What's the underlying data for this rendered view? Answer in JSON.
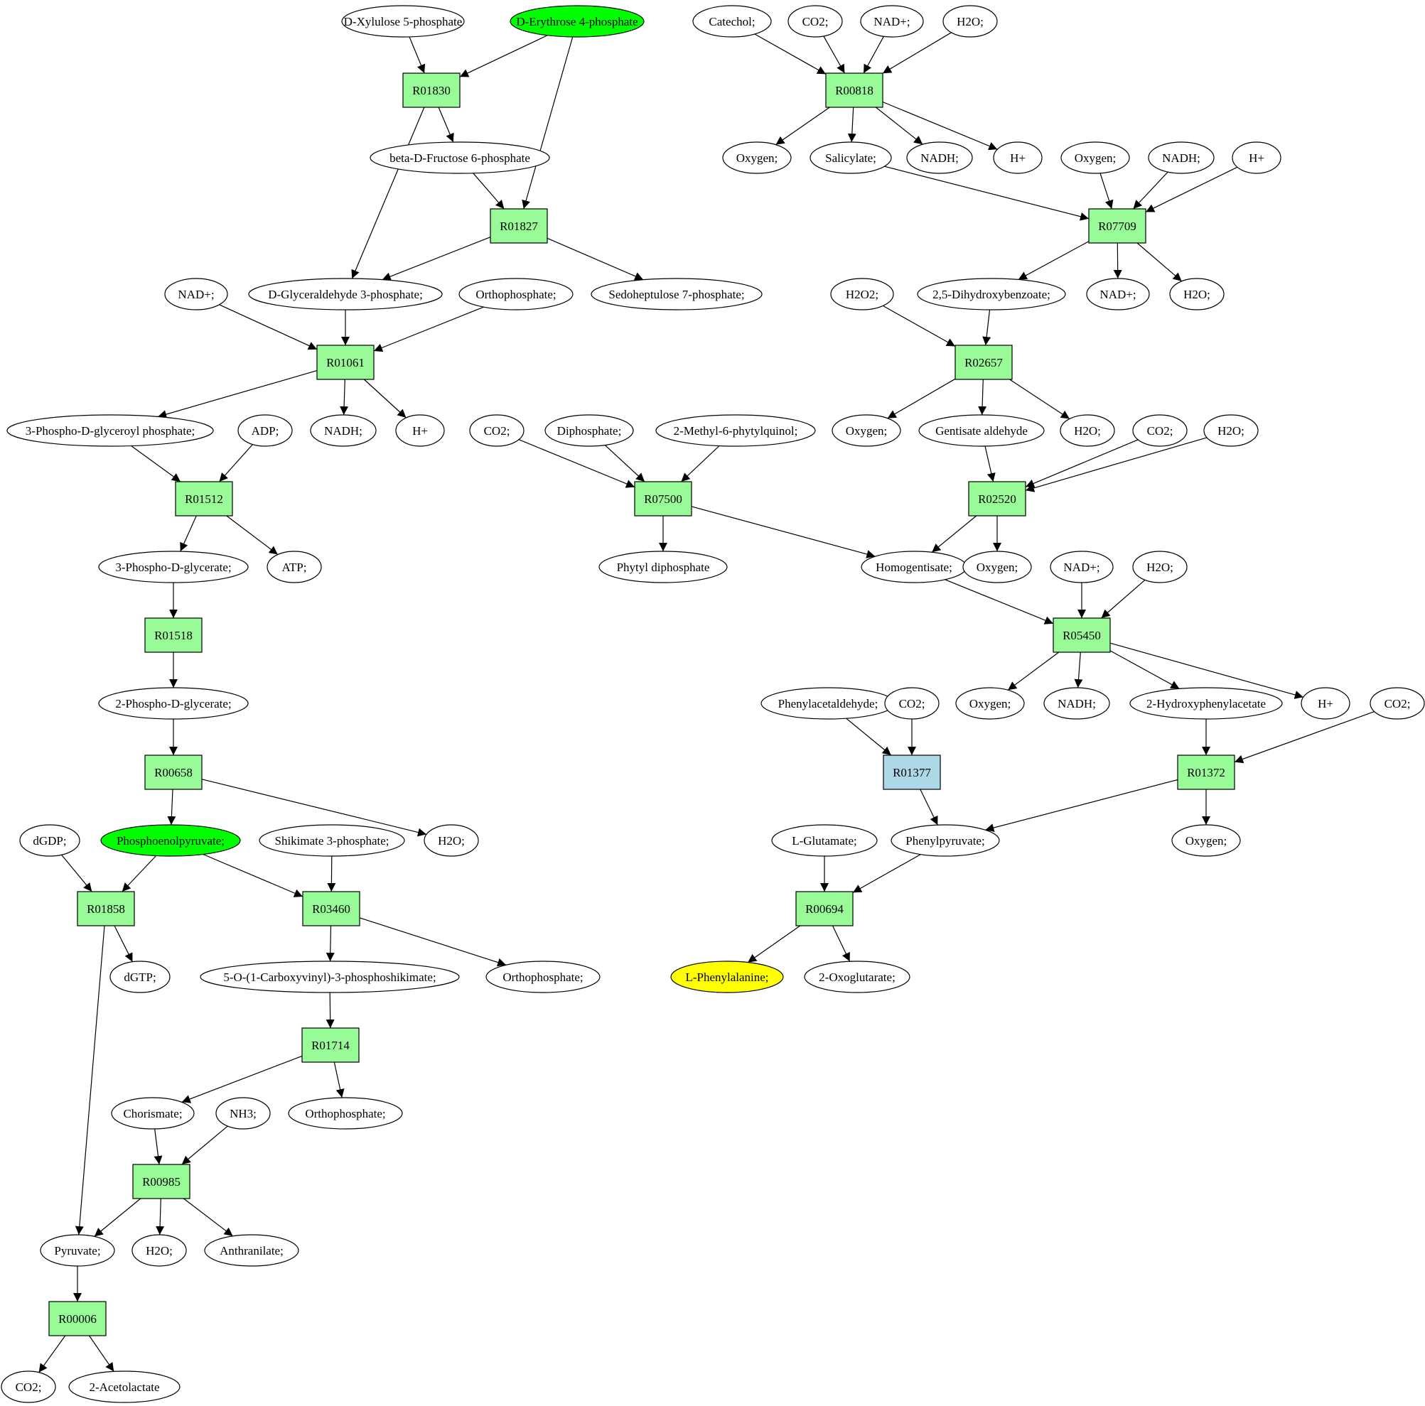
{
  "colors": {
    "reaction": "#98fb98",
    "reaction_alt": "#add8e6",
    "compound": "#ffffff",
    "highlight_start": "#00ff00",
    "highlight_target": "#ffff00",
    "stroke": "#000000"
  },
  "nodes": {
    "c_xyl5p": {
      "label": "D-Xylulose 5-phosphate",
      "kind": "compound"
    },
    "c_e4p": {
      "label": "D-Erythrose 4-phosphate",
      "kind": "compound",
      "highlight": "start"
    },
    "c_catechol": {
      "label": "Catechol;",
      "kind": "compound"
    },
    "c_co2_a": {
      "label": "CO2;",
      "kind": "compound"
    },
    "c_nadp_a": {
      "label": "NAD+;",
      "kind": "compound"
    },
    "c_h2o_a": {
      "label": "H2O;",
      "kind": "compound"
    },
    "r_01830": {
      "label": "R01830",
      "kind": "reaction"
    },
    "r_00818": {
      "label": "R00818",
      "kind": "reaction"
    },
    "c_bfru6p": {
      "label": "beta-D-Fructose 6-phosphate",
      "kind": "compound"
    },
    "c_oxy_a": {
      "label": "Oxygen;",
      "kind": "compound"
    },
    "c_salicylate": {
      "label": "Salicylate;",
      "kind": "compound"
    },
    "c_nadh_a": {
      "label": "NADH;",
      "kind": "compound"
    },
    "c_hp_a": {
      "label": "H+",
      "kind": "compound"
    },
    "c_oxy_b": {
      "label": "Oxygen;",
      "kind": "compound"
    },
    "c_nadh_b": {
      "label": "NADH;",
      "kind": "compound"
    },
    "c_hp_b": {
      "label": "H+",
      "kind": "compound"
    },
    "r_01827": {
      "label": "R01827",
      "kind": "reaction"
    },
    "r_07709": {
      "label": "R07709",
      "kind": "reaction"
    },
    "c_nadp_b": {
      "label": "NAD+;",
      "kind": "compound"
    },
    "c_g3p": {
      "label": "D-Glyceraldehyde 3-phosphate;",
      "kind": "compound"
    },
    "c_pi_a": {
      "label": "Orthophosphate;",
      "kind": "compound"
    },
    "c_s7p": {
      "label": "Sedoheptulose 7-phosphate;",
      "kind": "compound"
    },
    "c_h2o2": {
      "label": "H2O2;",
      "kind": "compound"
    },
    "c_dhb": {
      "label": "2,5-Dihydroxybenzoate;",
      "kind": "compound"
    },
    "c_nadp_c": {
      "label": "NAD+;",
      "kind": "compound"
    },
    "c_h2o_b": {
      "label": "H2O;",
      "kind": "compound"
    },
    "r_01061": {
      "label": "R01061",
      "kind": "reaction"
    },
    "r_02657": {
      "label": "R02657",
      "kind": "reaction"
    },
    "c_3pdgp": {
      "label": "3-Phospho-D-glyceroyl phosphate;",
      "kind": "compound"
    },
    "c_adp": {
      "label": "ADP;",
      "kind": "compound"
    },
    "c_nadh_c": {
      "label": "NADH;",
      "kind": "compound"
    },
    "c_hp_c": {
      "label": "H+",
      "kind": "compound"
    },
    "c_co2_b": {
      "label": "CO2;",
      "kind": "compound"
    },
    "c_ppi": {
      "label": "Diphosphate;",
      "kind": "compound"
    },
    "c_mpq": {
      "label": "2-Methyl-6-phytylquinol;",
      "kind": "compound"
    },
    "c_oxy_c": {
      "label": "Oxygen;",
      "kind": "compound"
    },
    "c_gentald": {
      "label": "Gentisate aldehyde",
      "kind": "compound"
    },
    "c_h2o_c": {
      "label": "H2O;",
      "kind": "compound"
    },
    "c_co2_c": {
      "label": "CO2;",
      "kind": "compound"
    },
    "c_h2o_d": {
      "label": "H2O;",
      "kind": "compound"
    },
    "r_01512": {
      "label": "R01512",
      "kind": "reaction"
    },
    "r_07500": {
      "label": "R07500",
      "kind": "reaction"
    },
    "r_02520": {
      "label": "R02520",
      "kind": "reaction"
    },
    "c_3pdg": {
      "label": "3-Phospho-D-glycerate;",
      "kind": "compound"
    },
    "c_atp": {
      "label": "ATP;",
      "kind": "compound"
    },
    "c_phytylpp": {
      "label": "Phytyl diphosphate",
      "kind": "compound"
    },
    "c_homogent": {
      "label": "Homogentisate;",
      "kind": "compound"
    },
    "c_oxy_d": {
      "label": "Oxygen;",
      "kind": "compound"
    },
    "c_nadp_d": {
      "label": "NAD+;",
      "kind": "compound"
    },
    "c_h2o_e": {
      "label": "H2O;",
      "kind": "compound"
    },
    "r_01518": {
      "label": "R01518",
      "kind": "reaction"
    },
    "r_05450": {
      "label": "R05450",
      "kind": "reaction"
    },
    "c_2pdg": {
      "label": "2-Phospho-D-glycerate;",
      "kind": "compound"
    },
    "c_phacald": {
      "label": "Phenylacetaldehyde;",
      "kind": "compound"
    },
    "c_co2_d": {
      "label": "CO2;",
      "kind": "compound"
    },
    "c_oxy_e": {
      "label": "Oxygen;",
      "kind": "compound"
    },
    "c_nadh_d": {
      "label": "NADH;",
      "kind": "compound"
    },
    "c_2hpa": {
      "label": "2-Hydroxyphenylacetate",
      "kind": "compound"
    },
    "c_hp_d": {
      "label": "H+",
      "kind": "compound"
    },
    "c_co2_e": {
      "label": "CO2;",
      "kind": "compound"
    },
    "r_00658": {
      "label": "R00658",
      "kind": "reaction"
    },
    "r_01377": {
      "label": "R01377",
      "kind": "reaction_alt"
    },
    "r_01372": {
      "label": "R01372",
      "kind": "reaction"
    },
    "c_dgdp": {
      "label": "dGDP;",
      "kind": "compound"
    },
    "c_pep": {
      "label": "Phosphoenolpyruvate;",
      "kind": "compound",
      "highlight": "start"
    },
    "c_s3p": {
      "label": "Shikimate 3-phosphate;",
      "kind": "compound"
    },
    "c_h2o_f": {
      "label": "H2O;",
      "kind": "compound"
    },
    "c_glu": {
      "label": "L-Glutamate;",
      "kind": "compound"
    },
    "c_phpyr": {
      "label": "Phenylpyruvate;",
      "kind": "compound"
    },
    "c_oxy_f": {
      "label": "Oxygen;",
      "kind": "compound"
    },
    "r_01858": {
      "label": "R01858",
      "kind": "reaction"
    },
    "r_03460": {
      "label": "R03460",
      "kind": "reaction"
    },
    "r_00694": {
      "label": "R00694",
      "kind": "reaction"
    },
    "c_dgtp": {
      "label": "dGTP;",
      "kind": "compound"
    },
    "c_epsp": {
      "label": "5-O-(1-Carboxyvinyl)-3-phosphoshikimate;",
      "kind": "compound"
    },
    "c_pi_b": {
      "label": "Orthophosphate;",
      "kind": "compound"
    },
    "c_phe": {
      "label": "L-Phenylalanine;",
      "kind": "compound",
      "highlight": "target"
    },
    "c_2og": {
      "label": "2-Oxoglutarate;",
      "kind": "compound"
    },
    "r_01714": {
      "label": "R01714",
      "kind": "reaction"
    },
    "c_chor": {
      "label": "Chorismate;",
      "kind": "compound"
    },
    "c_nh3": {
      "label": "NH3;",
      "kind": "compound"
    },
    "c_pi_c": {
      "label": "Orthophosphate;",
      "kind": "compound"
    },
    "r_00985": {
      "label": "R00985",
      "kind": "reaction"
    },
    "c_pyr": {
      "label": "Pyruvate;",
      "kind": "compound"
    },
    "c_h2o_g": {
      "label": "H2O;",
      "kind": "compound"
    },
    "c_anth": {
      "label": "Anthranilate;",
      "kind": "compound"
    },
    "r_00006": {
      "label": "R00006",
      "kind": "reaction"
    },
    "c_co2_f": {
      "label": "CO2;",
      "kind": "compound"
    },
    "c_2acl": {
      "label": "2-Acetolactate",
      "kind": "compound"
    }
  },
  "edges": [
    [
      "c_xyl5p",
      "r_01830"
    ],
    [
      "c_e4p",
      "r_01830"
    ],
    [
      "c_e4p",
      "r_01827"
    ],
    [
      "r_01830",
      "c_bfru6p"
    ],
    [
      "r_01830",
      "c_g3p"
    ],
    [
      "c_bfru6p",
      "r_01827"
    ],
    [
      "r_01827",
      "c_g3p"
    ],
    [
      "r_01827",
      "c_s7p"
    ],
    [
      "c_catechol",
      "r_00818"
    ],
    [
      "c_co2_a",
      "r_00818"
    ],
    [
      "c_nadp_a",
      "r_00818"
    ],
    [
      "c_h2o_a",
      "r_00818"
    ],
    [
      "r_00818",
      "c_oxy_a"
    ],
    [
      "r_00818",
      "c_salicylate"
    ],
    [
      "r_00818",
      "c_nadh_a"
    ],
    [
      "r_00818",
      "c_hp_a"
    ],
    [
      "c_salicylate",
      "r_07709"
    ],
    [
      "c_oxy_b",
      "r_07709"
    ],
    [
      "c_nadh_b",
      "r_07709"
    ],
    [
      "c_hp_b",
      "r_07709"
    ],
    [
      "r_07709",
      "c_dhb"
    ],
    [
      "r_07709",
      "c_nadp_c"
    ],
    [
      "r_07709",
      "c_h2o_b"
    ],
    [
      "c_nadp_b",
      "r_01061"
    ],
    [
      "c_g3p",
      "r_01061"
    ],
    [
      "c_pi_a",
      "r_01061"
    ],
    [
      "r_01061",
      "c_3pdgp"
    ],
    [
      "r_01061",
      "c_nadh_c"
    ],
    [
      "r_01061",
      "c_hp_c"
    ],
    [
      "c_h2o2",
      "r_02657"
    ],
    [
      "c_dhb",
      "r_02657"
    ],
    [
      "r_02657",
      "c_oxy_c"
    ],
    [
      "r_02657",
      "c_gentald"
    ],
    [
      "r_02657",
      "c_h2o_c"
    ],
    [
      "c_3pdgp",
      "r_01512"
    ],
    [
      "c_adp",
      "r_01512"
    ],
    [
      "r_01512",
      "c_3pdg"
    ],
    [
      "r_01512",
      "c_atp"
    ],
    [
      "c_co2_b",
      "r_07500"
    ],
    [
      "c_ppi",
      "r_07500"
    ],
    [
      "c_mpq",
      "r_07500"
    ],
    [
      "r_07500",
      "c_phytylpp"
    ],
    [
      "r_07500",
      "c_homogent"
    ],
    [
      "c_gentald",
      "r_02520"
    ],
    [
      "c_co2_c",
      "r_02520"
    ],
    [
      "c_h2o_d",
      "r_02520"
    ],
    [
      "r_02520",
      "c_homogent"
    ],
    [
      "r_02520",
      "c_oxy_d"
    ],
    [
      "c_3pdg",
      "r_01518"
    ],
    [
      "r_01518",
      "c_2pdg"
    ],
    [
      "c_homogent",
      "r_05450"
    ],
    [
      "c_nadp_d",
      "r_05450"
    ],
    [
      "c_h2o_e",
      "r_05450"
    ],
    [
      "r_05450",
      "c_oxy_e"
    ],
    [
      "r_05450",
      "c_nadh_d"
    ],
    [
      "r_05450",
      "c_2hpa"
    ],
    [
      "r_05450",
      "c_hp_d"
    ],
    [
      "c_2pdg",
      "r_00658"
    ],
    [
      "r_00658",
      "c_pep"
    ],
    [
      "r_00658",
      "c_h2o_f"
    ],
    [
      "c_phacald",
      "r_01377"
    ],
    [
      "c_co2_d",
      "r_01377"
    ],
    [
      "r_01377",
      "c_phpyr"
    ],
    [
      "c_2hpa",
      "r_01372"
    ],
    [
      "c_co2_e",
      "r_01372"
    ],
    [
      "r_01372",
      "c_phpyr"
    ],
    [
      "r_01372",
      "c_oxy_f"
    ],
    [
      "c_dgdp",
      "r_01858"
    ],
    [
      "c_pep",
      "r_01858"
    ],
    [
      "r_01858",
      "c_dgtp"
    ],
    [
      "r_01858",
      "c_pyr"
    ],
    [
      "c_pep",
      "r_03460"
    ],
    [
      "c_s3p",
      "r_03460"
    ],
    [
      "r_03460",
      "c_epsp"
    ],
    [
      "r_03460",
      "c_pi_b"
    ],
    [
      "c_glu",
      "r_00694"
    ],
    [
      "c_phpyr",
      "r_00694"
    ],
    [
      "r_00694",
      "c_phe"
    ],
    [
      "r_00694",
      "c_2og"
    ],
    [
      "c_epsp",
      "r_01714"
    ],
    [
      "r_01714",
      "c_chor"
    ],
    [
      "r_01714",
      "c_pi_c"
    ],
    [
      "c_chor",
      "r_00985"
    ],
    [
      "c_nh3",
      "r_00985"
    ],
    [
      "r_00985",
      "c_pyr"
    ],
    [
      "r_00985",
      "c_h2o_g"
    ],
    [
      "r_00985",
      "c_anth"
    ],
    [
      "c_pyr",
      "r_00006"
    ],
    [
      "r_00006",
      "c_co2_f"
    ],
    [
      "r_00006",
      "c_2acl"
    ]
  ]
}
